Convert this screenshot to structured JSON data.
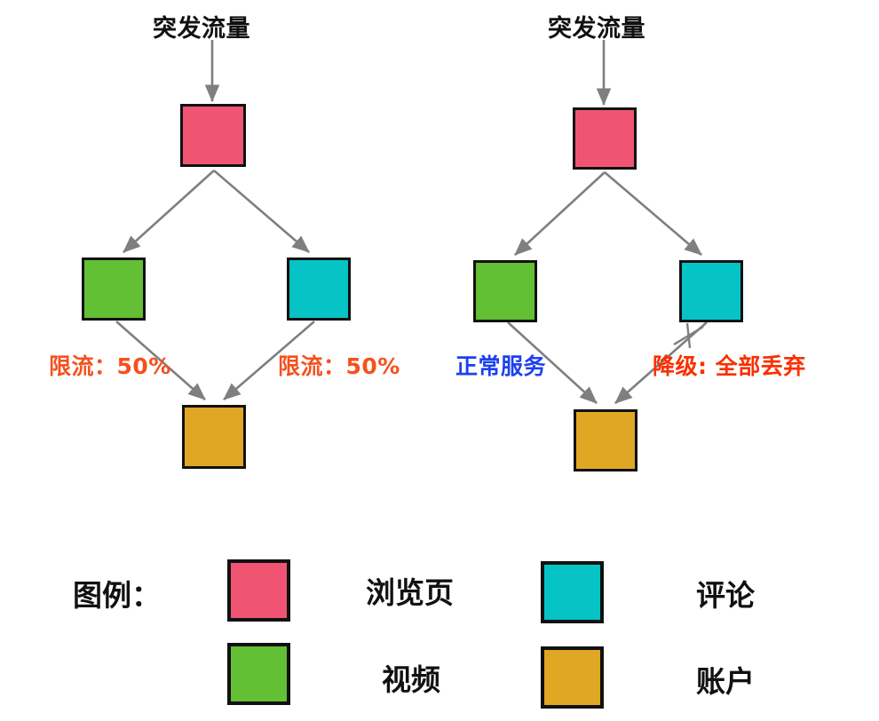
{
  "diagram": {
    "colors": {
      "browse_page": "#ef5572",
      "video": "#63bf34",
      "comments": "#06c3c5",
      "account": "#dfa724",
      "edge": "#7f7f7f",
      "node_border": "#111111",
      "limit_label": "#f4511e",
      "normal_label": "#1b41f0",
      "degrade_label": "#fa2f00",
      "text": "#111111"
    },
    "left_scenario": {
      "inflow_label": "突发流量",
      "nodes": [
        {
          "id": "browse",
          "type": "browse_page"
        },
        {
          "id": "video",
          "type": "video"
        },
        {
          "id": "comments",
          "type": "comments"
        },
        {
          "id": "account",
          "type": "account"
        }
      ],
      "annotations": [
        {
          "id": "left-limit",
          "text": "限流：50%",
          "color_key": "limit_label"
        },
        {
          "id": "right-limit",
          "text": "限流：50%",
          "color_key": "limit_label"
        }
      ]
    },
    "right_scenario": {
      "inflow_label": "突发流量",
      "nodes": [
        {
          "id": "browse",
          "type": "browse_page"
        },
        {
          "id": "video",
          "type": "video"
        },
        {
          "id": "comments",
          "type": "comments"
        },
        {
          "id": "account",
          "type": "account"
        }
      ],
      "annotations": [
        {
          "id": "normal-service",
          "text": "正常服务",
          "color_key": "normal_label"
        },
        {
          "id": "degrade",
          "text": "降级: 全部丢弃",
          "color_key": "degrade_label"
        }
      ],
      "blocked_edge_marker": "cross-mark-icon"
    },
    "legend": {
      "title": "图例：",
      "items": [
        {
          "label": "浏览页",
          "color": "#ef5572"
        },
        {
          "label": "评论",
          "color": "#06c3c5"
        },
        {
          "label": "视频",
          "color": "#63bf34"
        },
        {
          "label": "账户",
          "color": "#dfa724"
        }
      ]
    }
  }
}
